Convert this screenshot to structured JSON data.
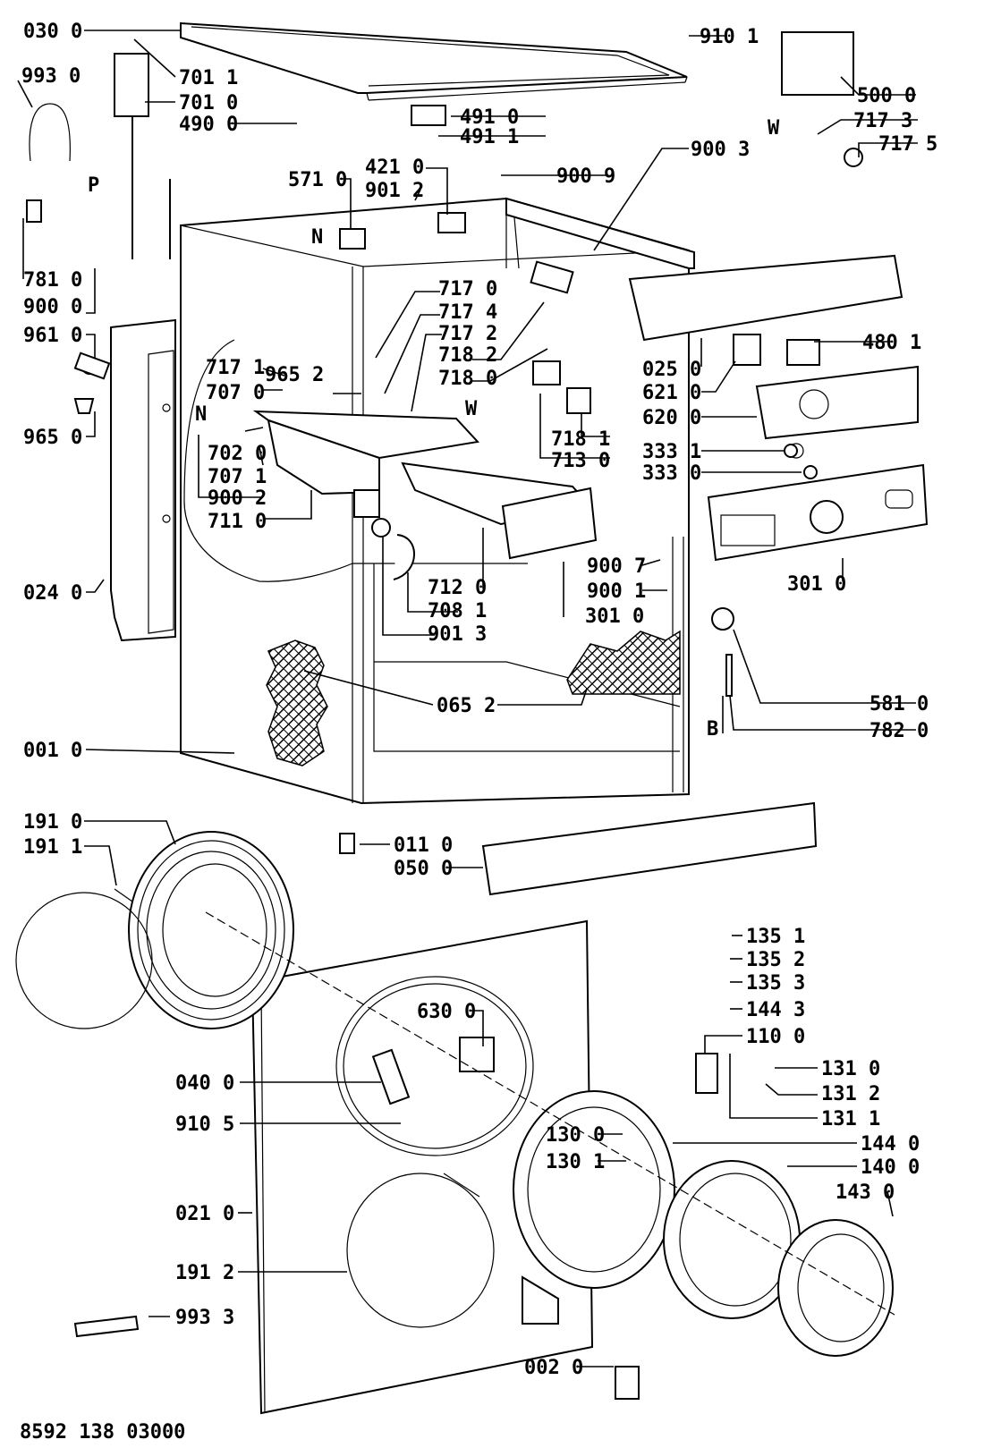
{
  "labels": {
    "l0300": "030 0",
    "l7011": "701 1",
    "l7010": "701 0",
    "l4900": "490 0",
    "l9930": "993 0",
    "l7810": "781 0",
    "l9000": "900 0",
    "l9610": "961 0",
    "l9650": "965 0",
    "l0240": "024 0",
    "l0010": "001 0",
    "l5710": "571 0",
    "l4210": "421 0",
    "l9012": "901 2",
    "l9009": "900 9",
    "l4910": "491 0",
    "l4911": "491 1",
    "l9101": "910 1",
    "l5000": "500 0",
    "l7173": "717 3",
    "l7175": "717 5",
    "l9003": "900 3",
    "l7170": "717 0",
    "l7174": "717 4",
    "l7172": "717 2",
    "l7182": "718 2",
    "l7180": "718 0",
    "l7171": "717 1",
    "l9652": "965 2",
    "l7070": "707 0",
    "l7020": "702 0",
    "l7071": "707 1",
    "l9002": "900 2",
    "l7110": "711 0",
    "l7181": "718 1",
    "l7130": "713 0",
    "l0250": "025 0",
    "l6210": "621 0",
    "l6200": "620 0",
    "l3331": "333 1",
    "l3330": "333 0",
    "l4801": "480 1",
    "l3010a": "301 0",
    "l9007": "900 7",
    "l9001": "900 1",
    "l7120": "712 0",
    "l7081": "708 1",
    "l3010b": "301 0",
    "l9013": "901 3",
    "l0652": "065 2",
    "l5810": "581 0",
    "l7820": "782 0",
    "l1910": "191 0",
    "l1911": "191 1",
    "l0110": "011 0",
    "l0500": "050 0",
    "l1351": "135 1",
    "l1352": "135 2",
    "l1353": "135 3",
    "l1443": "144 3",
    "l1100": "110 0",
    "l1310": "131 0",
    "l1312": "131 2",
    "l1311": "131 1",
    "l6300": "630 0",
    "l0400": "040 0",
    "l9105": "910 5",
    "l1300": "130 0",
    "l1301": "130 1",
    "l1440": "144 0",
    "l1400": "140 0",
    "l1430": "143 0",
    "l0210": "021 0",
    "l1912": "191 2",
    "l9933": "993 3",
    "l0020": "002 0"
  },
  "letters": {
    "P": "P",
    "N1": "N",
    "N2": "N",
    "W1": "W",
    "W2": "W",
    "B": "B"
  },
  "footer": {
    "doc_number": "8592 138 03000"
  }
}
